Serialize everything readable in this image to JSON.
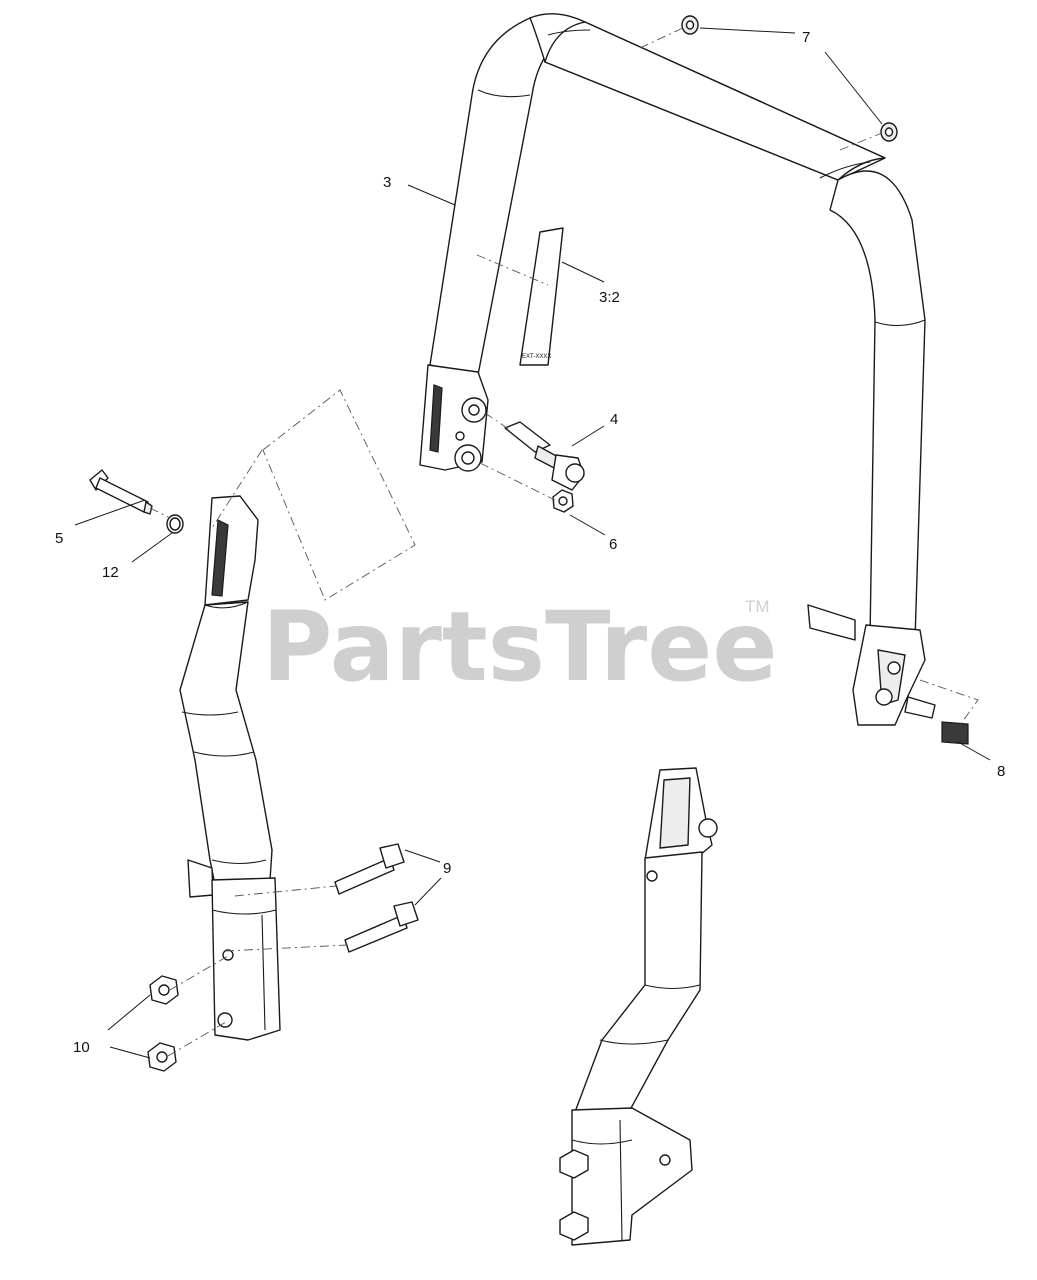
{
  "watermark": {
    "text": "PartsTree",
    "trademark": "TM",
    "color": "#cfcfcf"
  },
  "decal_text": "EXT-XXXX",
  "callouts": [
    {
      "id": "callout-3",
      "label": "3"
    },
    {
      "id": "callout-3-2",
      "label": "3:2"
    },
    {
      "id": "callout-4",
      "label": "4"
    },
    {
      "id": "callout-5",
      "label": "5"
    },
    {
      "id": "callout-6",
      "label": "6"
    },
    {
      "id": "callout-7",
      "label": "7"
    },
    {
      "id": "callout-8",
      "label": "8"
    },
    {
      "id": "callout-9",
      "label": "9"
    },
    {
      "id": "callout-10",
      "label": "10"
    },
    {
      "id": "callout-12",
      "label": "12"
    }
  ]
}
